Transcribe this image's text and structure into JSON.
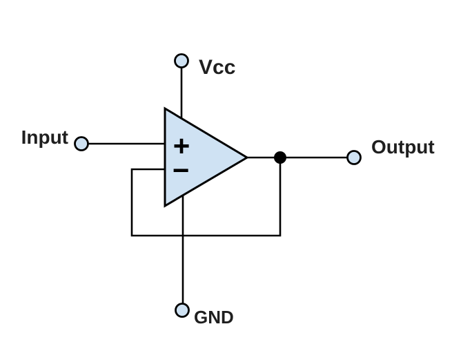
{
  "diagram": {
    "labels": {
      "input": "Input",
      "output": "Output",
      "vcc": "Vcc",
      "gnd": "GND",
      "noninverting": "+",
      "inverting": "−"
    },
    "colors": {
      "background": "#ffffff",
      "component_fill": "#cfe2f3",
      "line": "#000000",
      "text": "#1f1f1f",
      "junction_fill": "#000000"
    }
  }
}
